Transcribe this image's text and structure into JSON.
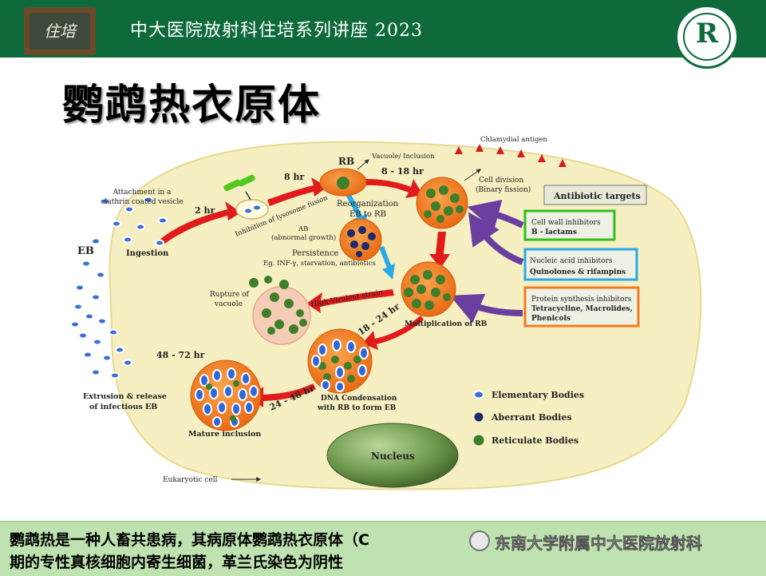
{
  "header": {
    "title": "中大医院放射科住培系列讲座 2023",
    "badge_text": "住培",
    "logo_glyph": "R"
  },
  "slide_title": "鹦鹉热衣原体",
  "colors": {
    "header_green": "#0e6a3a",
    "cell_fill": "#f6efc2",
    "orange": "#f47b1f",
    "arrow_red": "#e01b1b",
    "arrow_purple": "#6b3fa0",
    "eb_blue": "#3a6fd8",
    "rb_green": "#3f7f2a",
    "ab_navy": "#1a2a6b",
    "caption_green": "#bfe3b0"
  },
  "diagram": {
    "labels": {
      "eb": "EB",
      "attachment": "Attachment in a clathrin coated vesicle",
      "ingestion": "Ingestion",
      "hr2": "2 hr",
      "lysosome": "Inhibition of lysosome fusion",
      "hr8": "8 hr",
      "rb": "RB",
      "vacuole": "Vacuole/ Inclusion",
      "hr8_18": "8 - 18 hr",
      "reorganization": "Reorganization",
      "eb_to_rb": "EB to RB",
      "ab": "AB",
      "ab_full": "(abnormal growth)",
      "persistence": "Persistence",
      "persistence_causes": "Eg. INF-γ, starvation, antibiotics",
      "chlamydial_antigen": "Chlamydial antigen",
      "cell_division": "Cell division",
      "binary_fission": "(Binary fission)",
      "multiplication": "Multiplication of RB",
      "high_virulent": "High Virulent strain",
      "rupture": "Rupture of",
      "vacuole_word": "vacuole",
      "hr18_24": "18 - 24 hr",
      "hr48_72": "48 - 72 hr",
      "hr24_48": "24 - 48 hr",
      "dna1": "DNA Condensation",
      "dna2": "with RB to form EB",
      "extrusion1": "Extrusion & release",
      "extrusion2": "of infectious EB",
      "mature": "Mature inclusion",
      "nucleus": "Nucleus",
      "eukaryotic": "Eukaryotic cell"
    },
    "antibiotic_targets": {
      "title": "Antibiotic targets",
      "groups": [
        {
          "name": "Cell wall inhibitors",
          "drugs": "B - lactams"
        },
        {
          "name": "Nucleic acid inhibitors",
          "drugs": "Quinolones & rifampins"
        },
        {
          "name": "Protein synthesis inhibitors",
          "drugs": "Tetracycline, Macrolides,",
          "drugs2": "Phenicols"
        }
      ]
    },
    "legend": [
      {
        "label": "Elementary Bodies"
      },
      {
        "label": "Aberrant Bodies"
      },
      {
        "label": "Reticulate Bodies"
      }
    ]
  },
  "caption": {
    "line1": "鹦鹉热是一种人畜共患病，其病原体鹦鹉热衣原体（C",
    "line2": "期的专性真核细胞内寄生细菌，革兰氏染色为阴性",
    "watermark": "东南大学附属中大医院放射科"
  }
}
